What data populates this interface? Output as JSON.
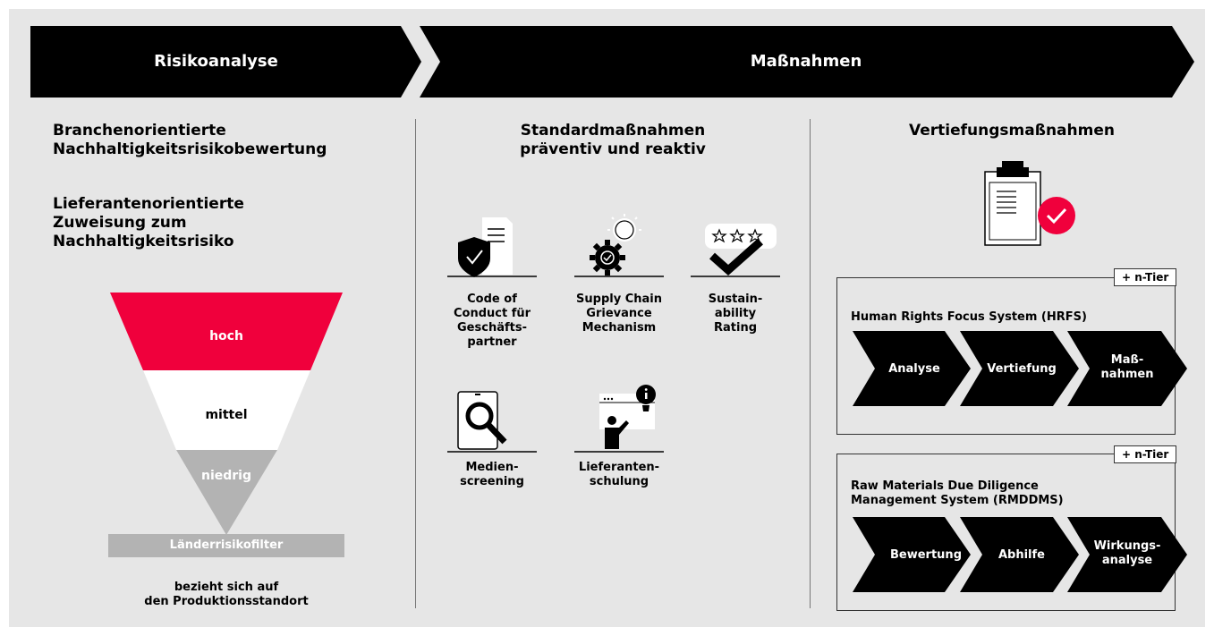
{
  "header": {
    "left_label": "Risikoanalyse",
    "right_label": "Maßnahmen"
  },
  "risk": {
    "heading1_line1": "Branchenorientierte",
    "heading1_line2": "Nachhaltigkeitsrisikobewertung",
    "heading2_line1": "Lieferantenorientierte",
    "heading2_line2": "Zuweisung zum",
    "heading2_line3": "Nachhaltigkeitsrisiko",
    "levels": {
      "high": "hoch",
      "medium": "mittel",
      "low": "niedrig"
    },
    "filter_label": "Länderrisikofilter",
    "note_line1": "bezieht sich auf",
    "note_line2": "den Produktionsstandort",
    "colors": {
      "high": "#f0003c",
      "medium": "#ffffff",
      "low": "#b3b3b3",
      "filter": "#b3b3b3"
    }
  },
  "standard": {
    "heading_line1": "Standardmaßnahmen",
    "heading_line2": "präventiv und reaktiv",
    "items": [
      {
        "icon": "shield-document-icon",
        "lines": [
          "Code of",
          "Conduct für",
          "Geschäfts-",
          "partner"
        ]
      },
      {
        "icon": "gear-lightbulb-icon",
        "lines": [
          "Supply Chain",
          "Grievance",
          "Mechanism"
        ]
      },
      {
        "icon": "star-rating-check-icon",
        "lines": [
          "Sustain-",
          "ability",
          "Rating"
        ]
      },
      {
        "icon": "tablet-magnifier-icon",
        "lines": [
          "Medien-",
          "screening"
        ]
      },
      {
        "icon": "presenter-board-icon",
        "lines": [
          "Lieferanten-",
          "schulung"
        ]
      }
    ]
  },
  "deep": {
    "heading": "Vertiefungsmaßnahmen",
    "hrfs": {
      "tag": "+ n-Tier",
      "title_line1": "Human Rights Focus System (HRFS)",
      "steps": [
        [
          "Analyse"
        ],
        [
          "Vertiefung"
        ],
        [
          "Maß-",
          "nahmen"
        ]
      ]
    },
    "rmddms": {
      "tag": "+ n-Tier",
      "title_line1": "Raw Materials Due Diligence",
      "title_line2": "Management System (RMDDMS)",
      "steps": [
        [
          "Bewertung"
        ],
        [
          "Abhilfe"
        ],
        [
          "Wirkungs-",
          "analyse"
        ]
      ]
    },
    "accent_color": "#f0003c"
  }
}
